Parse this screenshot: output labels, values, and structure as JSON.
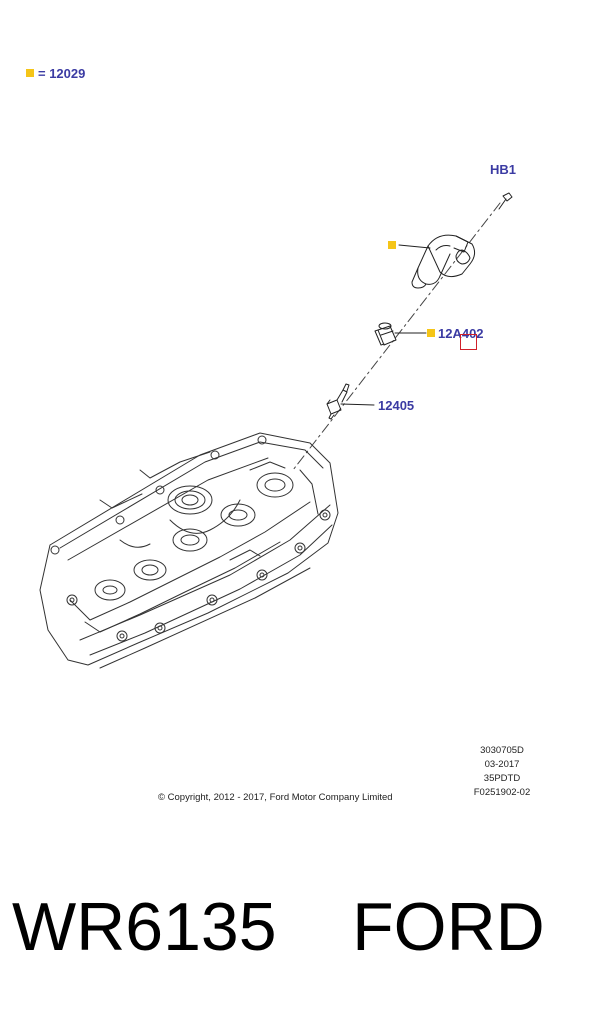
{
  "legend": {
    "marker_color": "#f5c518",
    "text": "= 12029"
  },
  "callouts": {
    "hb1": "HB1",
    "coil": "12A402",
    "plug": "12405"
  },
  "highlight_color": "#d0202a",
  "label_color": "#3b3ba3",
  "meta": {
    "line1": "3030705D",
    "line2": "03-2017",
    "line3": "35PDTD",
    "line4": "F0251902-02"
  },
  "copyright": "© Copyright, 2012 - 2017, Ford Motor Company Limited",
  "caption": "WR6135    FORD"
}
